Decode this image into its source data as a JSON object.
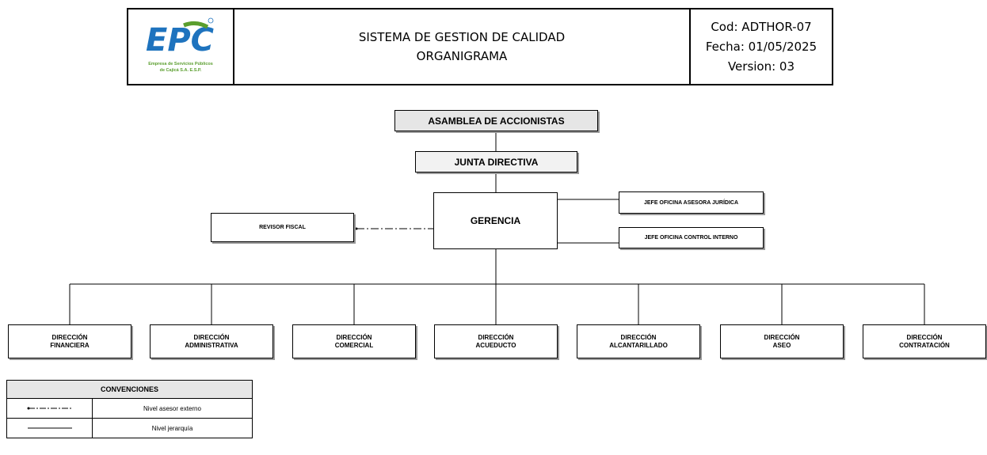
{
  "header": {
    "logo_text": "EPC",
    "logo_subtitle": [
      "Empresa de Servicios Públicos",
      "de Cajicá S.A. E.S.P."
    ],
    "title": "SISTEMA DE GESTION DE CALIDAD",
    "subtitle": "ORGANIGRAMA",
    "code": "Cod: ADTHOR-07",
    "date": "Fecha: 01/05/2025",
    "version": "Version: 03"
  },
  "org": {
    "asamblea": "ASAMBLEA DE ACCIONISTAS",
    "junta": "JUNTA DIRECTIVA",
    "gerencia": "GERENCIA",
    "revisor": "REVISOR FISCAL",
    "juridica": "JEFE OFICINA ASESORA JURÍDICA",
    "control": "JEFE OFICINA CONTROL INTERNO",
    "direcciones": [
      {
        "l1": "DIRECCIÓN",
        "l2": "FINANCIERA"
      },
      {
        "l1": "DIRECCIÓN",
        "l2": "ADMINISTRATIVA"
      },
      {
        "l1": "DIRECCIÓN",
        "l2": "COMERCIAL"
      },
      {
        "l1": "DIRECCIÓN",
        "l2": "ACUEDUCTO"
      },
      {
        "l1": "DIRECCIÓN",
        "l2": "ALCANTARILLADO"
      },
      {
        "l1": "DIRECCIÓN",
        "l2": "ASEO"
      },
      {
        "l1": "DIRECCIÓN",
        "l2": "CONTRATACIÓN"
      }
    ]
  },
  "legend": {
    "title": "CONVENCIONES",
    "items": [
      {
        "label": "Nivel asesor externo",
        "style": "dashed"
      },
      {
        "label": "Nivel jerarquía",
        "style": "solid"
      }
    ]
  },
  "colors": {
    "logo_blue": "#1e73be",
    "logo_green": "#5a9e2e",
    "header_gray": "#e6e6e6"
  }
}
